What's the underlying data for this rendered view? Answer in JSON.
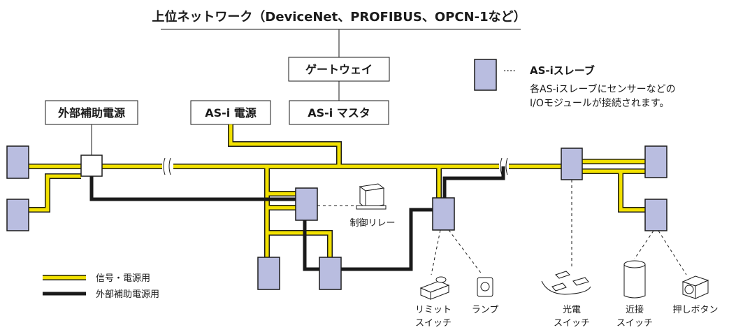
{
  "colors": {
    "signal_power": "#f2e100",
    "aux_power": "#1a1a1a",
    "slave_fill": "#b9bde0",
    "outline": "#1a1a1a",
    "device_fill": "#ffffff"
  },
  "labels": {
    "upper_network": "上位ネットワーク（DeviceNet、PROFIBUS、OPCN-1など）",
    "gateway": "ゲートウェイ",
    "asi_power": "AS-i 電源",
    "asi_master": "AS-i マスタ",
    "aux_power_box": "外部補助電源",
    "relay": "制御リレー"
  },
  "legend": {
    "slave_dots": "····",
    "slave_title": "AS-iスレーブ",
    "slave_desc_1": "各AS-iスレーブにセンサーなどの",
    "slave_desc_2": "I/Oモジュールが接続されます。",
    "signal_power": "信号・電源用",
    "aux_power": "外部補助電源用"
  },
  "devices": {
    "limit_switch_1": "リミット",
    "limit_switch_2": "スイッチ",
    "lamp": "ランプ",
    "photo_switch_1": "光電",
    "photo_switch_2": "スイッチ",
    "prox_switch_1": "近接",
    "prox_switch_2": "スイッチ",
    "push_button": "押しボタン"
  },
  "icons": [
    "asi-slave-icon",
    "relay-icon",
    "limit-switch-icon",
    "lamp-icon",
    "photo-switch-icon",
    "proximity-switch-icon",
    "push-button-icon"
  ]
}
